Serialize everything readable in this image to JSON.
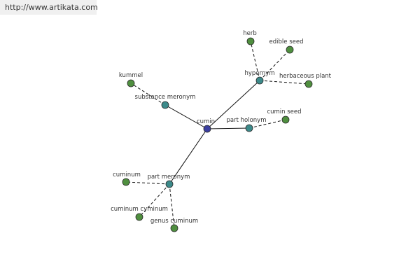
{
  "site": {
    "url_text": "http://www.artikata.com"
  },
  "graph": {
    "center": {
      "label": "cumin",
      "color": "#3b3fa0"
    },
    "relations": [
      {
        "label": "hypernym",
        "color": "#3c8a8a",
        "leaves": [
          {
            "label": "herb",
            "color": "#4f8f3f"
          },
          {
            "label": "edible seed",
            "color": "#4f8f3f"
          },
          {
            "label": "herbaceous plant",
            "color": "#4f8f3f"
          }
        ]
      },
      {
        "label": "substance meronym",
        "color": "#3c8a8a",
        "leaves": [
          {
            "label": "kummel",
            "color": "#4f8f3f"
          }
        ]
      },
      {
        "label": "part holonym",
        "color": "#3c8a8a",
        "leaves": [
          {
            "label": "cumin seed",
            "color": "#4f8f3f"
          }
        ]
      },
      {
        "label": "part meronym",
        "color": "#3c8a8a",
        "leaves": [
          {
            "label": "cuminum",
            "color": "#4f8f3f"
          },
          {
            "label": "cuminum cyminum",
            "color": "#4f8f3f"
          },
          {
            "label": "genus cuminum",
            "color": "#4f8f3f"
          }
        ]
      }
    ]
  }
}
